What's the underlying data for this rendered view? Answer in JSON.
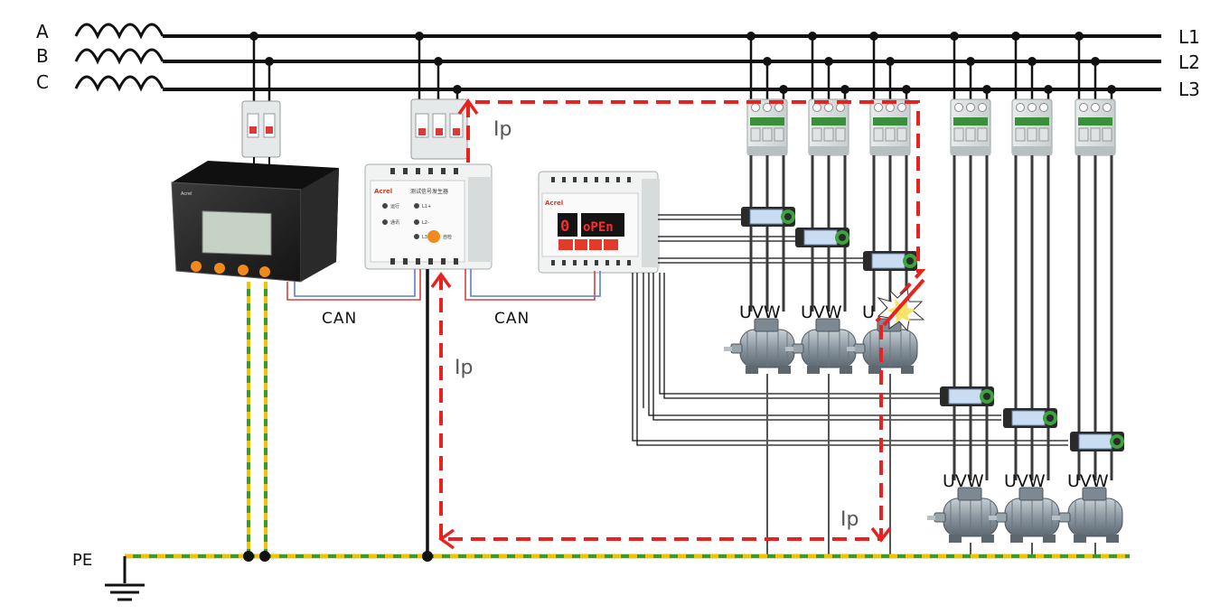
{
  "phases": {
    "a": "A",
    "b": "B",
    "c": "C"
  },
  "lines": {
    "l1": "L1",
    "l2": "L2",
    "l3": "L3"
  },
  "earth": {
    "label": "PE"
  },
  "bus": {
    "can_left": "CAN",
    "can_right": "CAN"
  },
  "fault_current": {
    "top": "Ip",
    "middle": "Ip",
    "bottom": "Ip"
  },
  "motors": [
    {
      "label": "UVW",
      "faulted": false
    },
    {
      "label": "UVW",
      "faulted": false
    },
    {
      "label": "U",
      "faulted": true
    },
    {
      "label": "UVW",
      "faulted": false
    },
    {
      "label": "UVW",
      "faulted": false
    },
    {
      "label": "UVW",
      "faulted": false
    }
  ],
  "devices": {
    "monitor_brand": "Acrel",
    "signal_generator": {
      "brand": "Acrel",
      "title": "测试信号发生器",
      "indicators": [
        "运行",
        "L1+",
        "通讯",
        "L2-",
        "L3"
      ],
      "button": "自检"
    },
    "locator": {
      "brand": "Acrel",
      "display_left": "0",
      "display_right": "oPEn"
    }
  },
  "colors": {
    "fault_path": "#e8231f",
    "earth_green": "#3a9a2a",
    "earth_yellow": "#f2c400",
    "can_red": "#d94040",
    "can_blue": "#5a7fcf"
  }
}
